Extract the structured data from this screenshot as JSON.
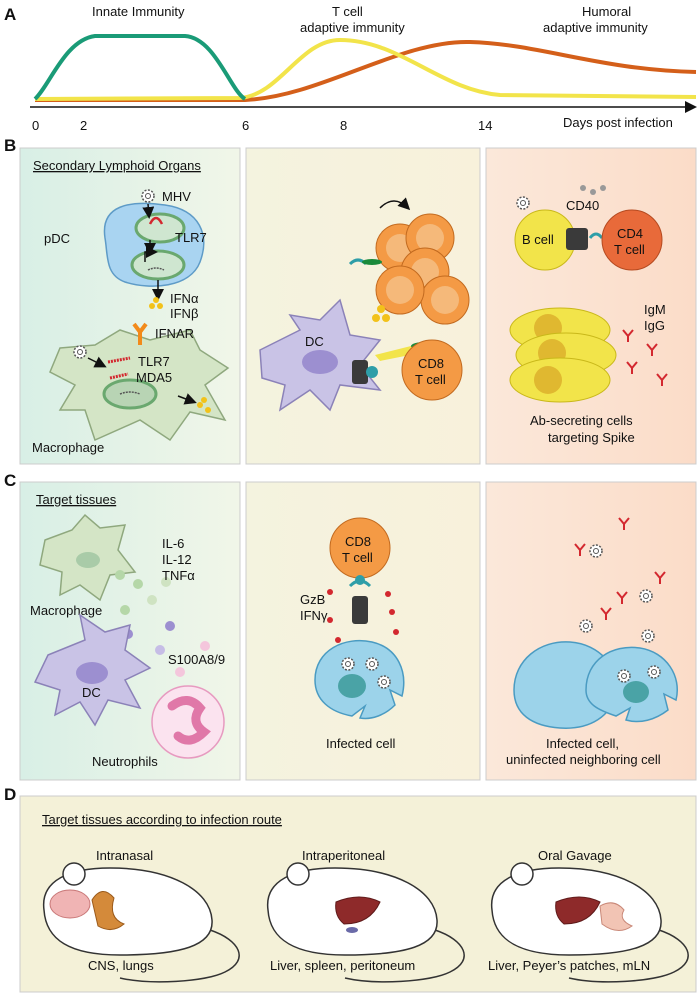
{
  "panel_letters": {
    "a": "A",
    "b": "B",
    "c": "C",
    "d": "D"
  },
  "timeline": {
    "curve_labels": {
      "innate": "Innate Immunity",
      "tcell_1": "T cell",
      "tcell_2": "adaptive immunity",
      "humoral_1": "Humoral",
      "humoral_2": "adaptive immunity"
    },
    "ticks": [
      "0",
      "2",
      "6",
      "8",
      "14"
    ],
    "axis_label": "Days post infection",
    "colors": {
      "innate": "#1a9b77",
      "tcell": "#f2e44a",
      "humoral": "#d45f1a"
    }
  },
  "panel_b": {
    "title": "Secondary Lymphoid Organs",
    "mhv": "MHV",
    "tlr7_top": "TLR7",
    "pdc": "pDC",
    "ifn_a": "IFNα",
    "ifn_b": "IFNβ",
    "ifnar": "IFNAR",
    "tlr7_mac": "TLR7",
    "mda5": "MDA5",
    "macrophage": "Macrophage",
    "dc": "DC",
    "cd8_1": "CD8",
    "cd8_2": "T cell",
    "cd40": "CD40",
    "bcell": "B cell",
    "cd4_1": "CD4",
    "cd4_2": "T cell",
    "igm": "IgM",
    "igg": "IgG",
    "ab_1": "Ab-secreting cells",
    "ab_2": "targeting Spike"
  },
  "panel_c": {
    "title": "Target tissues",
    "il6": "IL-6",
    "il12": "IL-12",
    "tnfa": "TNFα",
    "macrophage": "Macrophage",
    "s100": "S100A8/9",
    "dc": "DC",
    "neutrophils": "Neutrophils",
    "cd8_1": "CD8",
    "cd8_2": "T cell",
    "gzb": "GzB",
    "ifng": "IFNγ",
    "infected": "Infected cell",
    "infected2_1": "Infected cell,",
    "infected2_2": "uninfected neighboring cell"
  },
  "panel_d": {
    "title": "Target tissues according to infection route",
    "routes": [
      "Intranasal",
      "Intraperitoneal",
      "Oral Gavage"
    ],
    "targets": [
      "CNS, lungs",
      "Liver, spleen, peritoneum",
      "Liver, Peyer’s patches, mLN"
    ]
  }
}
